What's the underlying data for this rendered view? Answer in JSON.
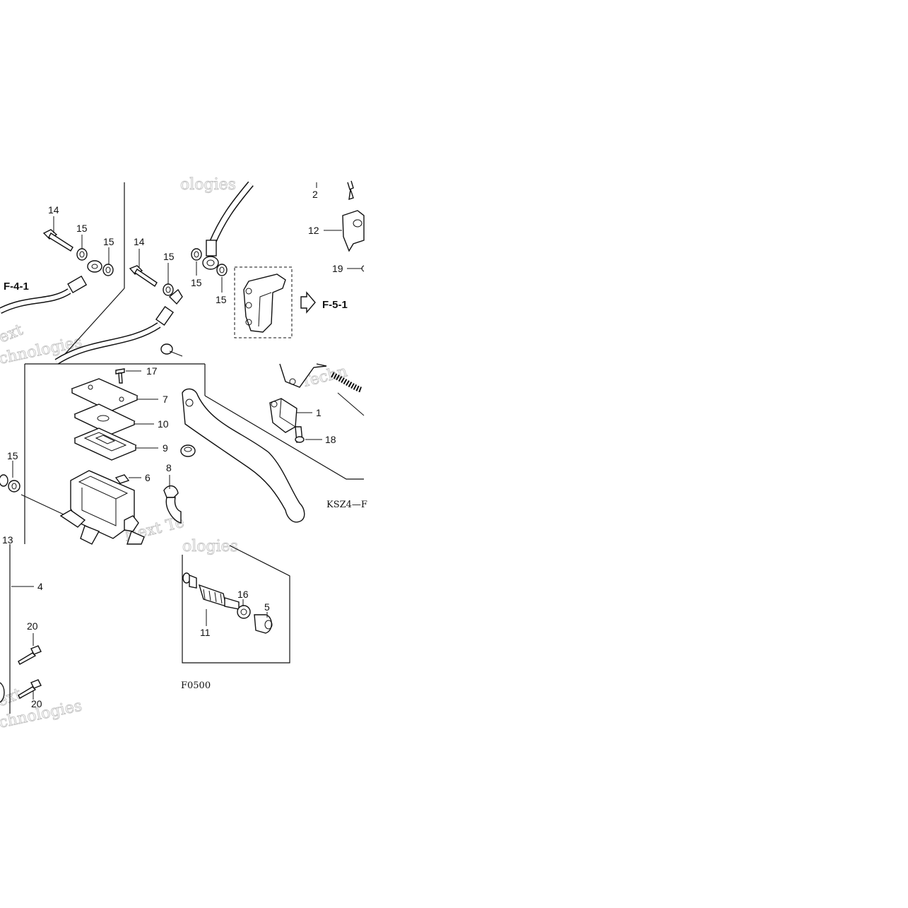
{
  "labels": {
    "p14a": "14",
    "p15a": "15",
    "p15b": "15",
    "p14b": "14",
    "p15c": "15",
    "p15d": "15",
    "p15e": "15",
    "p2": "2",
    "p12": "12",
    "p19": "19",
    "p17": "17",
    "p7": "7",
    "p10": "10",
    "p9": "9",
    "p6": "6",
    "p8": "8",
    "p1": "1",
    "p18": "18",
    "p15f": "15",
    "p13": "13",
    "p4": "4",
    "p20a": "20",
    "p20b": "20",
    "p16": "16",
    "p5": "5",
    "p11": "11"
  },
  "refs": {
    "left": "F-4-1",
    "right": "F-5-1"
  },
  "codes": {
    "diagram": "KSZ4—F",
    "figure": "F0500"
  },
  "watermarks": {
    "w1": "ologies",
    "w2": "ext",
    "w3": "chnologies",
    "w4": "Techn",
    "w5": "Next Te",
    "w6": "ologies",
    "w7": "ext",
    "w8": "chnologies"
  }
}
